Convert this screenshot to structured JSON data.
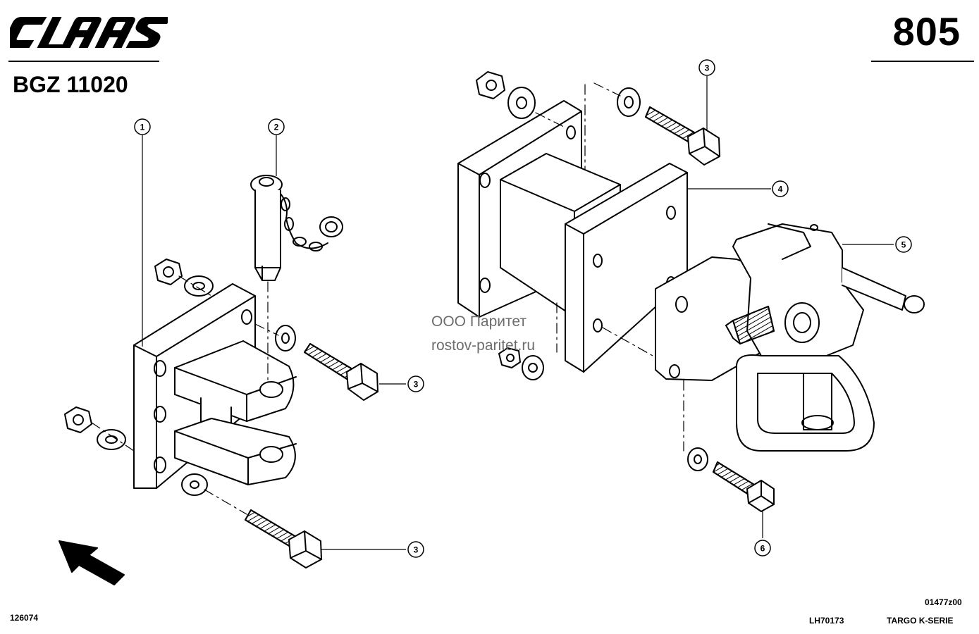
{
  "header": {
    "brand": "CLAAS",
    "page_number": "805",
    "group_code": "BGZ 11020"
  },
  "callouts": [
    {
      "id": "callout-1",
      "label": "1"
    },
    {
      "id": "callout-2",
      "label": "2"
    },
    {
      "id": "callout-3a",
      "label": "3"
    },
    {
      "id": "callout-3b",
      "label": "3"
    },
    {
      "id": "callout-3c",
      "label": "3"
    },
    {
      "id": "callout-4",
      "label": "4"
    },
    {
      "id": "callout-5",
      "label": "5"
    },
    {
      "id": "callout-6",
      "label": "6"
    }
  ],
  "watermark": {
    "line1": "ООО Паритет",
    "line2": "rostov-paritet.ru"
  },
  "footer": {
    "left_ref": "126074",
    "drawing_ref": "01477z00",
    "lh_ref": "LH70173",
    "series": "TARGO K-SERIE"
  },
  "colors": {
    "ink": "#000000",
    "paper": "#ffffff",
    "watermark": "#6d6d6d"
  }
}
